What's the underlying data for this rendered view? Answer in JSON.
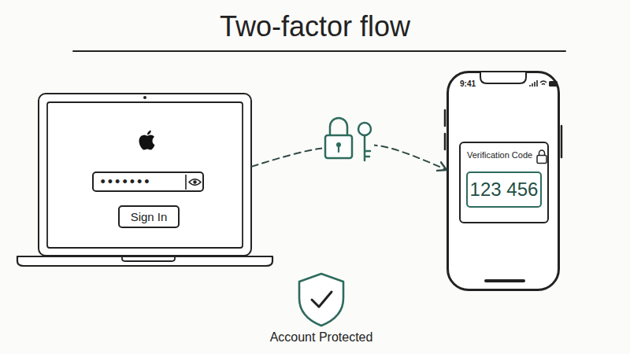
{
  "diagram": {
    "title": "Two-factor flow",
    "nodes": [
      {
        "text": []
      },
      {
        "text": [
          "•••••••"
        ],
        "in": 0
      },
      {
        "text": [
          "Sign In"
        ],
        "in": 0
      },
      {
        "text": [
          "9:41"
        ]
      },
      {
        "text": [
          "Verification Code"
        ],
        "in": 3
      },
      {
        "text": [
          "123 456"
        ],
        "in": 4
      },
      {
        "text": [
          "Account Protected"
        ]
      }
    ],
    "edges": [
      {
        "from": 0,
        "to": 3,
        "arrow": "to"
      }
    ]
  }
}
